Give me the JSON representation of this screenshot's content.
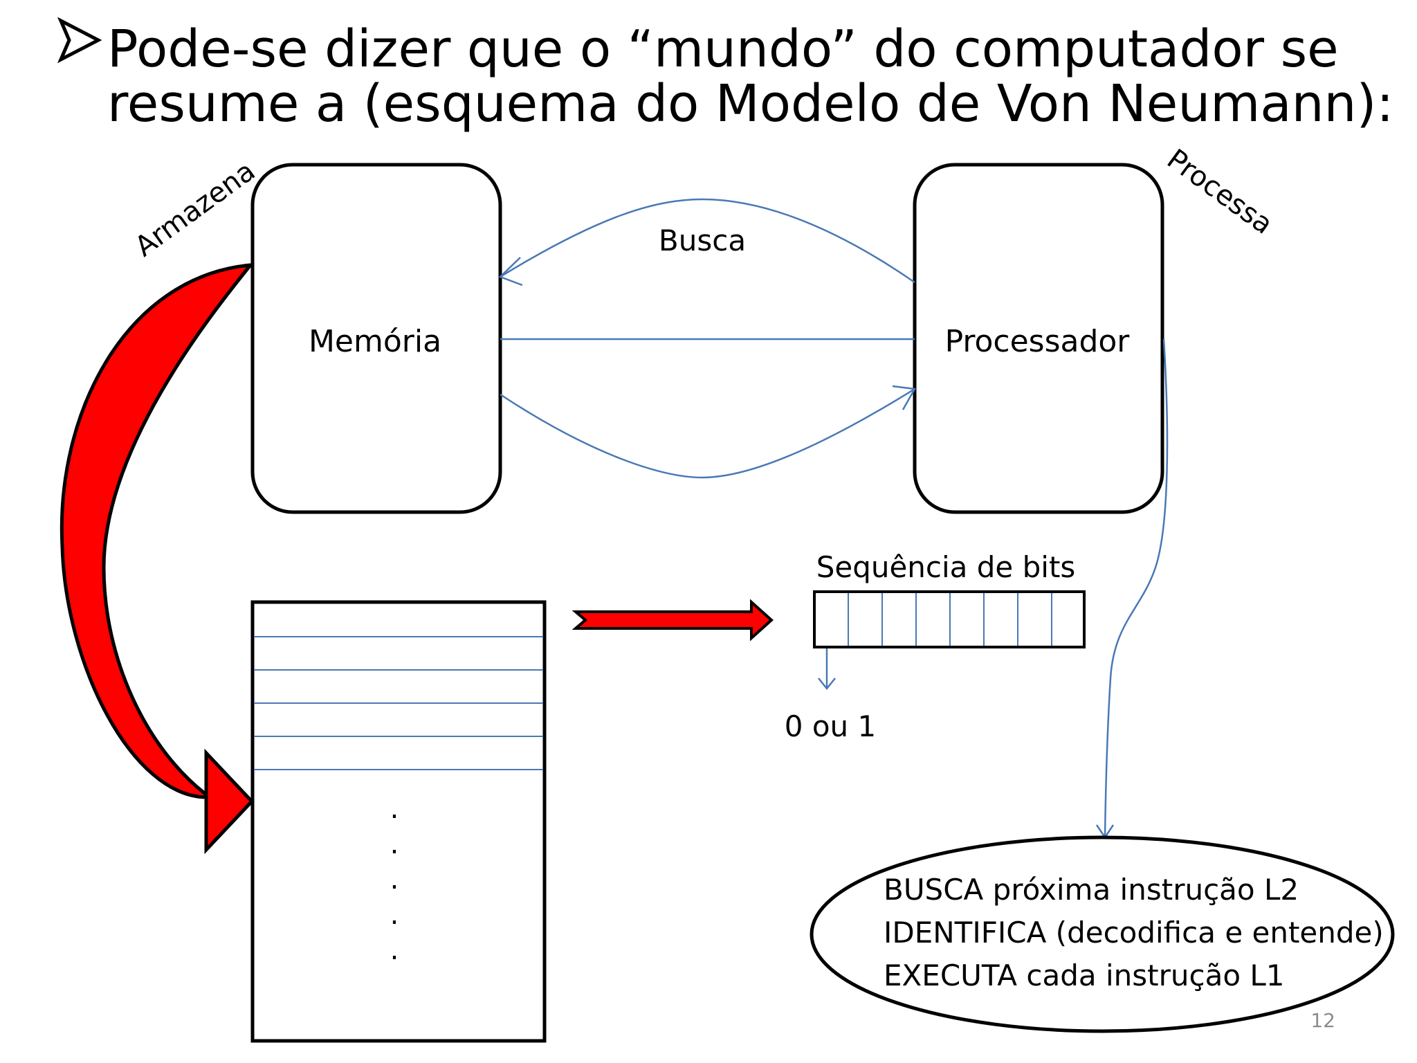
{
  "slide": {
    "bullet_icon": "arrowhead-bullet-icon",
    "title_line1": "Pode-se dizer que o “mundo” do computador se",
    "title_line2": "resume a (esquema do Modelo de Von Neumann):",
    "page_number": "12"
  },
  "diagram": {
    "memory_label": "Memória",
    "processor_label": "Processador",
    "store_label": "Armazena",
    "process_label": "Processa",
    "fetch_label": "Busca",
    "bit_sequence_label": "Sequência de bits",
    "bit_value_label": "0 ou 1",
    "memory_dots": [
      ".",
      ".",
      ".",
      ".",
      "."
    ],
    "cycle_steps": [
      "BUSCA próxima instrução L2",
      "IDENTIFICA (decodifica e entende)",
      "EXECUTA cada instrução L1"
    ]
  },
  "colors": {
    "connector": "#4a78b5",
    "arrow_fill": "#ff0000",
    "outline": "#000000"
  }
}
